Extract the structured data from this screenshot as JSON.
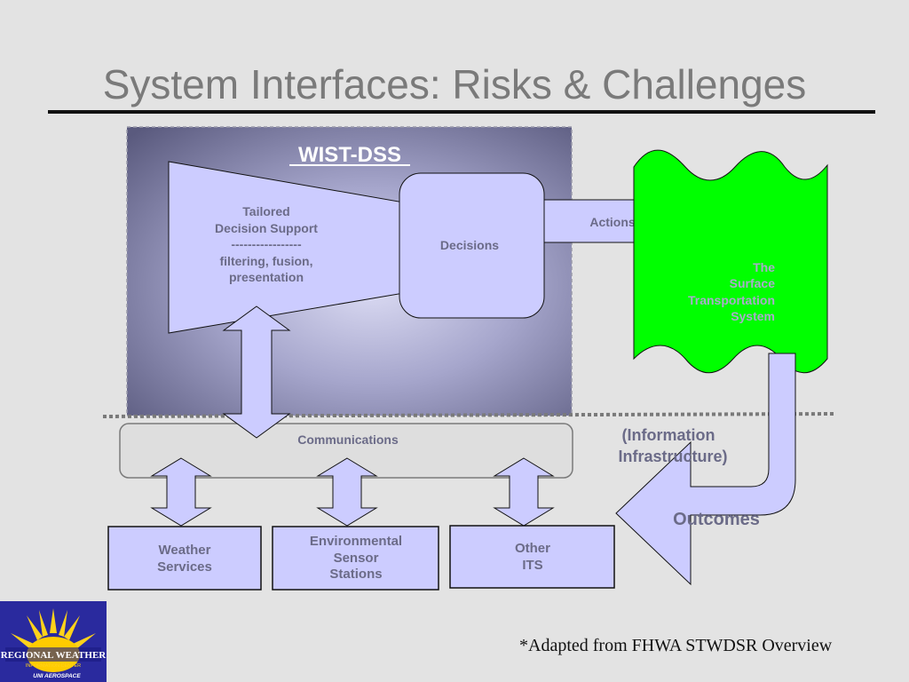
{
  "slide": {
    "title": "System Interfaces: Risks & Challenges",
    "footnote": "*Adapted from FHWA STWDSR Overview"
  },
  "diagram": {
    "wist_dss_label": "WIST-DSS",
    "tailored": [
      "Tailored",
      "Decision Support",
      "-----------------",
      "filtering, fusion,",
      "presentation"
    ],
    "decisions_label": "Decisions",
    "actions_label": "Actions",
    "surface_system": [
      "The",
      "Surface",
      "Transportation",
      "System"
    ],
    "communications_label": "Communications",
    "info_infrastructure": [
      "(Information",
      "Infrastructure)"
    ],
    "outcomes_label": "Outcomes",
    "sources": {
      "weather": [
        "Weather",
        "Services"
      ],
      "environmental": [
        "Environmental",
        "Sensor",
        "Stations"
      ],
      "other_its": [
        "Other",
        "ITS"
      ]
    },
    "colors": {
      "fill_lavender": "#ccccff",
      "surface_green": "#00ff00",
      "title_gray": "#7a7a7a",
      "label_gray": "#6b6b88",
      "panel_dark": "#5a5a7e"
    }
  },
  "logo": {
    "name": "sun-logo",
    "line1": "REGIONAL WEATHER",
    "line2": "INFORMATION CENTER",
    "line3": "UNI AEROSPACE"
  }
}
